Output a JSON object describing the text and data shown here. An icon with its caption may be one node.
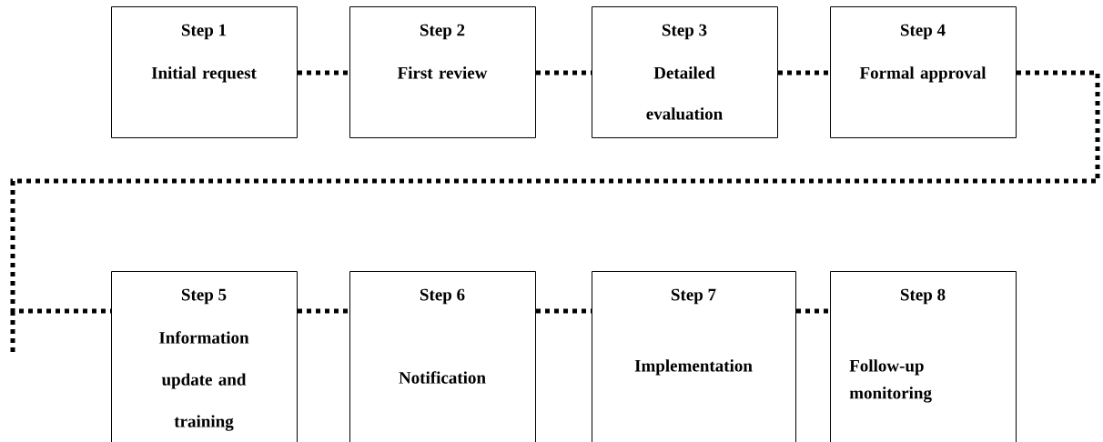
{
  "diagram": {
    "nodes": [
      {
        "text": [
          "Step 1",
          "Initial request"
        ]
      },
      {
        "text": [
          "Step 2",
          "First review"
        ]
      },
      {
        "text": [
          "Step 3",
          "Detailed evaluation"
        ]
      },
      {
        "text": [
          "Step 4",
          "Formal approval"
        ]
      },
      {
        "text": [
          "Step 5",
          "Information update and training"
        ]
      },
      {
        "text": [
          "Step 6",
          "Notification"
        ]
      },
      {
        "text": [
          "Step 7",
          "Implementation"
        ]
      },
      {
        "text": [
          "Step 8",
          "Follow-up monitoring"
        ]
      }
    ],
    "edges": [
      {
        "from": 0,
        "to": 1,
        "arrow": "none"
      },
      {
        "from": 1,
        "to": 2,
        "arrow": "none"
      },
      {
        "from": 2,
        "to": 3,
        "arrow": "none"
      },
      {
        "from": 3,
        "to": 4,
        "arrow": "none"
      },
      {
        "from": 4,
        "to": 5,
        "arrow": "none"
      },
      {
        "from": 5,
        "to": 6,
        "arrow": "none"
      },
      {
        "from": 6,
        "to": 7,
        "arrow": "none"
      }
    ]
  }
}
